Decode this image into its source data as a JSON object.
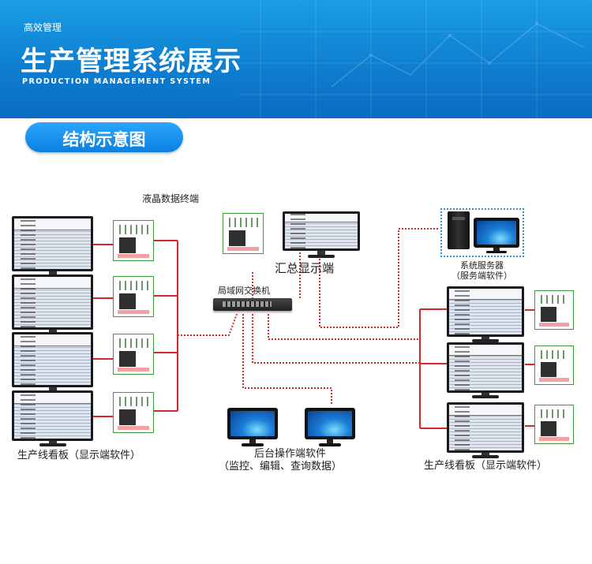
{
  "header": {
    "tagline": "高效管理",
    "title": "生产管理系统展示",
    "subtitle_en": "PRODUCTION MANAGEMENT SYSTEM",
    "bg_color": "#1185d6"
  },
  "section": {
    "label": "结构示意图",
    "pill_color": "#1a95f0"
  },
  "labels": {
    "lcd_terminal": "液晶数据终端",
    "summary_display": "汇总显示端",
    "lan_switch": "局域网交换机",
    "server_line1": "系统服务器",
    "server_line2": "（服务端软件）",
    "left_boards": "生产线看板（显示端软件）",
    "backend_line1": "后台操作端软件",
    "backend_line2": "（监控、编辑、查询数据）",
    "right_boards": "生产线看板（显示端软件）"
  },
  "colors": {
    "link_red": "#d62a2a",
    "terminal_border": "#3f9a3f",
    "server_frame": "#2a8fd6"
  }
}
